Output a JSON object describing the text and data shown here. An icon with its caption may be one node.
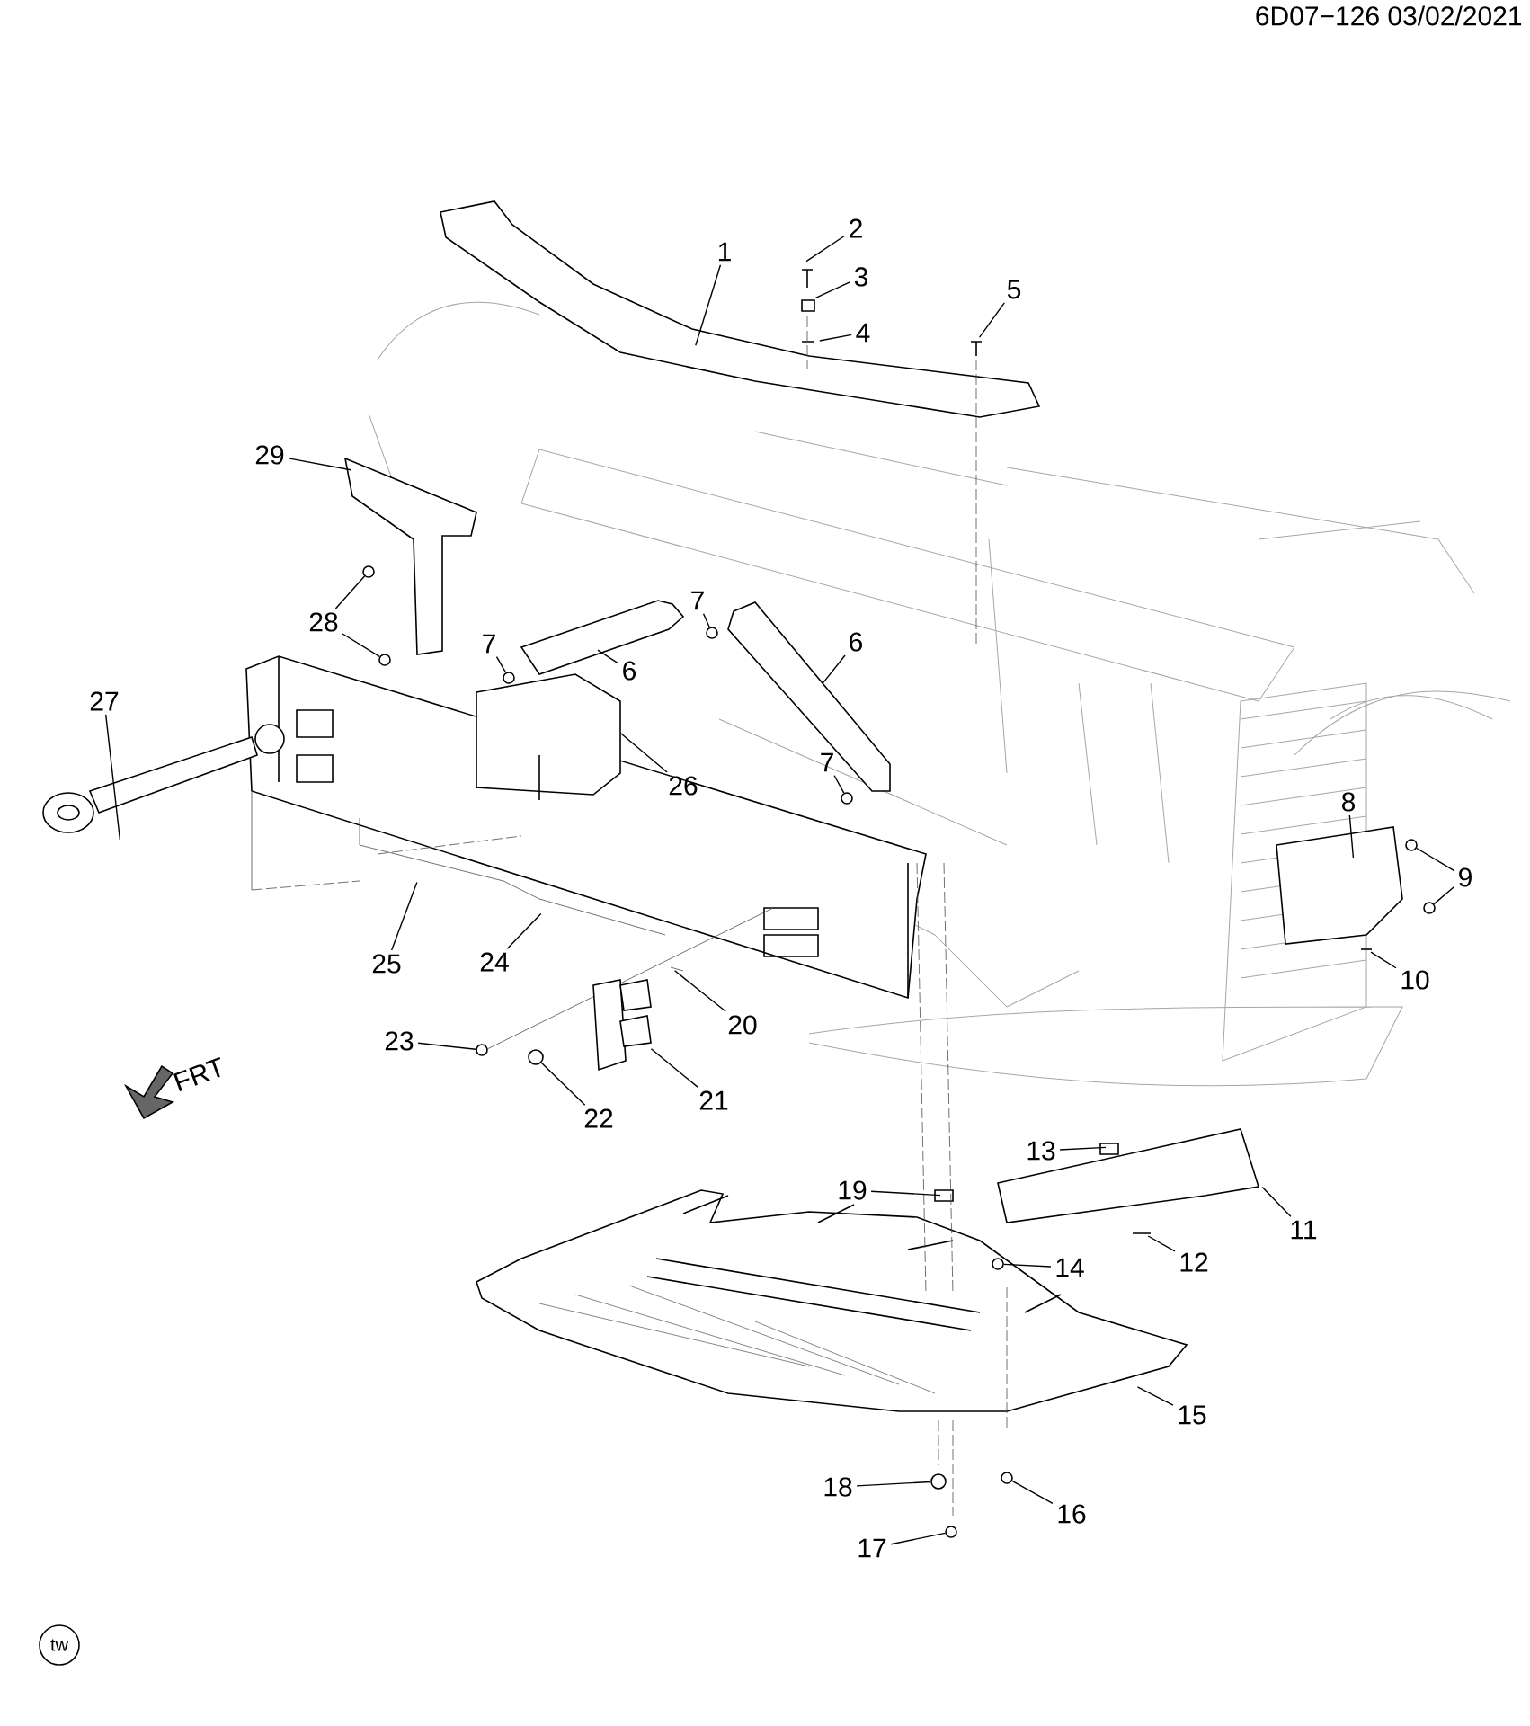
{
  "diagram": {
    "nodes": [
      {
        "text": [
          "2"
        ]
      },
      {
        "text": [
          "1"
        ]
      },
      {
        "text": [
          "3"
        ]
      },
      {
        "text": [
          "5"
        ]
      },
      {
        "text": [
          "4"
        ]
      },
      {
        "text": [
          "29"
        ]
      },
      {
        "text": [
          "7"
        ]
      },
      {
        "text": [
          "28"
        ]
      },
      {
        "text": [
          "6"
        ]
      },
      {
        "text": [
          "7"
        ]
      },
      {
        "text": [
          "6"
        ]
      },
      {
        "text": [
          "27"
        ]
      },
      {
        "text": [
          "7"
        ]
      },
      {
        "text": [
          "26"
        ]
      },
      {
        "text": [
          "8"
        ]
      },
      {
        "text": [
          "9"
        ]
      },
      {
        "text": [
          "25"
        ]
      },
      {
        "text": [
          "24"
        ]
      },
      {
        "text": [
          "10"
        ]
      },
      {
        "text": [
          "20"
        ]
      },
      {
        "text": [
          "23"
        ]
      },
      {
        "text": [
          "21"
        ]
      },
      {
        "text": [
          "22"
        ]
      },
      {
        "text": [
          "13"
        ]
      },
      {
        "text": [
          "19"
        ]
      },
      {
        "text": [
          "11"
        ]
      },
      {
        "text": [
          "12"
        ]
      },
      {
        "text": [
          "14"
        ]
      },
      {
        "text": [
          "15"
        ]
      },
      {
        "text": [
          "18"
        ]
      },
      {
        "text": [
          "16"
        ]
      },
      {
        "text": [
          "17"
        ]
      },
      {
        "text": [],
        "shape": "circle"
      },
      {
        "text": [],
        "shape": "circle"
      },
      {
        "text": [],
        "shape": "circle"
      },
      {
        "text": [],
        "shape": "circle"
      },
      {
        "text": [],
        "shape": "circle"
      },
      {
        "text": [],
        "shape": "circle"
      },
      {
        "text": [],
        "shape": "circle"
      },
      {
        "text": [],
        "shape": "circle"
      },
      {
        "text": [],
        "shape": "circle"
      },
      {
        "text": [],
        "shape": "circle"
      },
      {
        "text": [],
        "shape": "circle"
      },
      {
        "text": [],
        "shape": "circle"
      },
      {
        "text": [],
        "shape": "circle"
      },
      {
        "text": [],
        "shape": "picture"
      }
    ],
    "edges": [
      {
        "from": 0,
        "to": null,
        "arrow": "none"
      },
      {
        "from": 1,
        "to": null,
        "arrow": "none"
      },
      {
        "from": 2,
        "to": null,
        "arrow": "none"
      },
      {
        "from": 3,
        "to": null,
        "arrow": "none"
      },
      {
        "from": 4,
        "to": null,
        "arrow": "none"
      },
      {
        "from": 5,
        "to": null,
        "arrow": "none"
      },
      {
        "from": 6,
        "to": 33,
        "arrow": "none"
      },
      {
        "from": 7,
        "to": 32,
        "arrow": "none"
      },
      {
        "from": 7,
        "to": 34,
        "arrow": "none"
      },
      {
        "from": 8,
        "to": null,
        "arrow": "none"
      },
      {
        "from": 9,
        "to": 35,
        "arrow": "none"
      },
      {
        "from": 10,
        "to": null,
        "arrow": "none"
      },
      {
        "from": 11,
        "to": null,
        "arrow": "none"
      },
      {
        "from": 12,
        "to": 36,
        "arrow": "none"
      },
      {
        "from": 13,
        "to": null,
        "arrow": "none"
      },
      {
        "from": 14,
        "to": null,
        "arrow": "none"
      },
      {
        "from": 15,
        "to": 37,
        "arrow": "none"
      },
      {
        "from": 15,
        "to": 38,
        "arrow": "none"
      },
      {
        "from": 16,
        "to": null,
        "arrow": "none"
      },
      {
        "from": 17,
        "to": null,
        "arrow": "none"
      },
      {
        "from": 18,
        "to": null,
        "arrow": "none"
      },
      {
        "from": 19,
        "to": null,
        "arrow": "none"
      },
      {
        "from": 20,
        "to": 39,
        "arrow": "none"
      },
      {
        "from": 21,
        "to": 45,
        "arrow": "none"
      },
      {
        "from": 22,
        "to": 40,
        "arrow": "none"
      },
      {
        "from": 23,
        "to": null,
        "arrow": "none"
      },
      {
        "from": 24,
        "to": null,
        "arrow": "none"
      },
      {
        "from": 25,
        "to": null,
        "arrow": "none"
      },
      {
        "from": 26,
        "to": null,
        "arrow": "none"
      },
      {
        "from": 27,
        "to": 41,
        "arrow": "none"
      },
      {
        "from": 28,
        "to": null,
        "arrow": "none"
      },
      {
        "from": 29,
        "to": 43,
        "arrow": "none"
      },
      {
        "from": 30,
        "to": 42,
        "arrow": "none"
      },
      {
        "from": 31,
        "to": 44,
        "arrow": "none"
      }
    ],
    "labels": [
      "6D07−126  03/02/2021",
      "FRT",
      "tw"
    ]
  }
}
